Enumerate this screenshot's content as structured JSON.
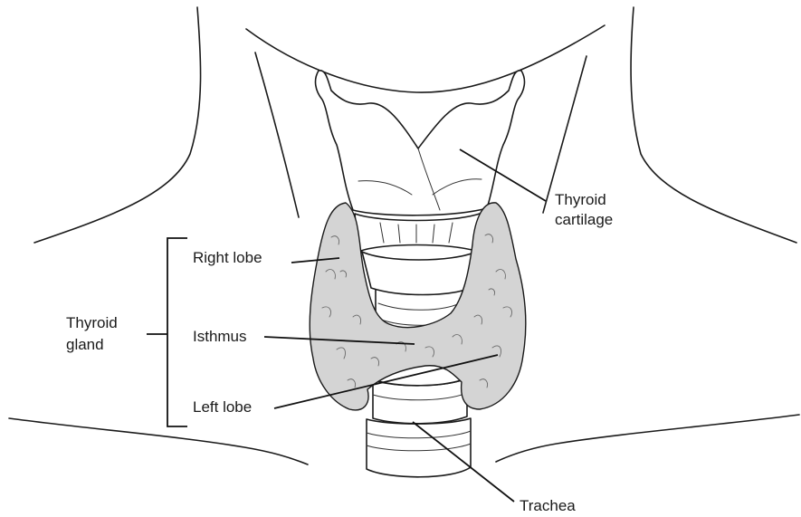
{
  "labels": {
    "thyroid_cartilage": [
      "Thyroid",
      "cartilage"
    ],
    "right_lobe": "Right lobe",
    "isthmus": "Isthmus",
    "left_lobe": "Left lobe",
    "thyroid_gland": [
      "Thyroid",
      "gland"
    ],
    "trachea": "Trachea"
  }
}
